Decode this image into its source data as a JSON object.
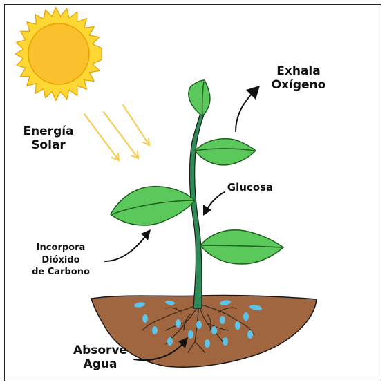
{
  "labels": {
    "solar_energy": [
      "Energía",
      "Solar"
    ],
    "oxygen": [
      "Exhala",
      "Oxígeno"
    ],
    "glucose": "Glucosa",
    "co2": [
      "Incorpora",
      "Dióxido",
      "de Carbono"
    ],
    "water": [
      "Absorve",
      "Agua"
    ]
  },
  "colors": {
    "sun_core": "#FBC02D",
    "sun_rays": "#FDD835",
    "sun_outline": "#E8A100",
    "leaf": "#5BC85B",
    "leaf_outline": "#1F5E1F",
    "stem": "#2E8B57",
    "soil": "#A0663F",
    "roots": "#3E2A1C",
    "water_drop": "#5BC4E8",
    "light_arrow": "#F7C948"
  }
}
